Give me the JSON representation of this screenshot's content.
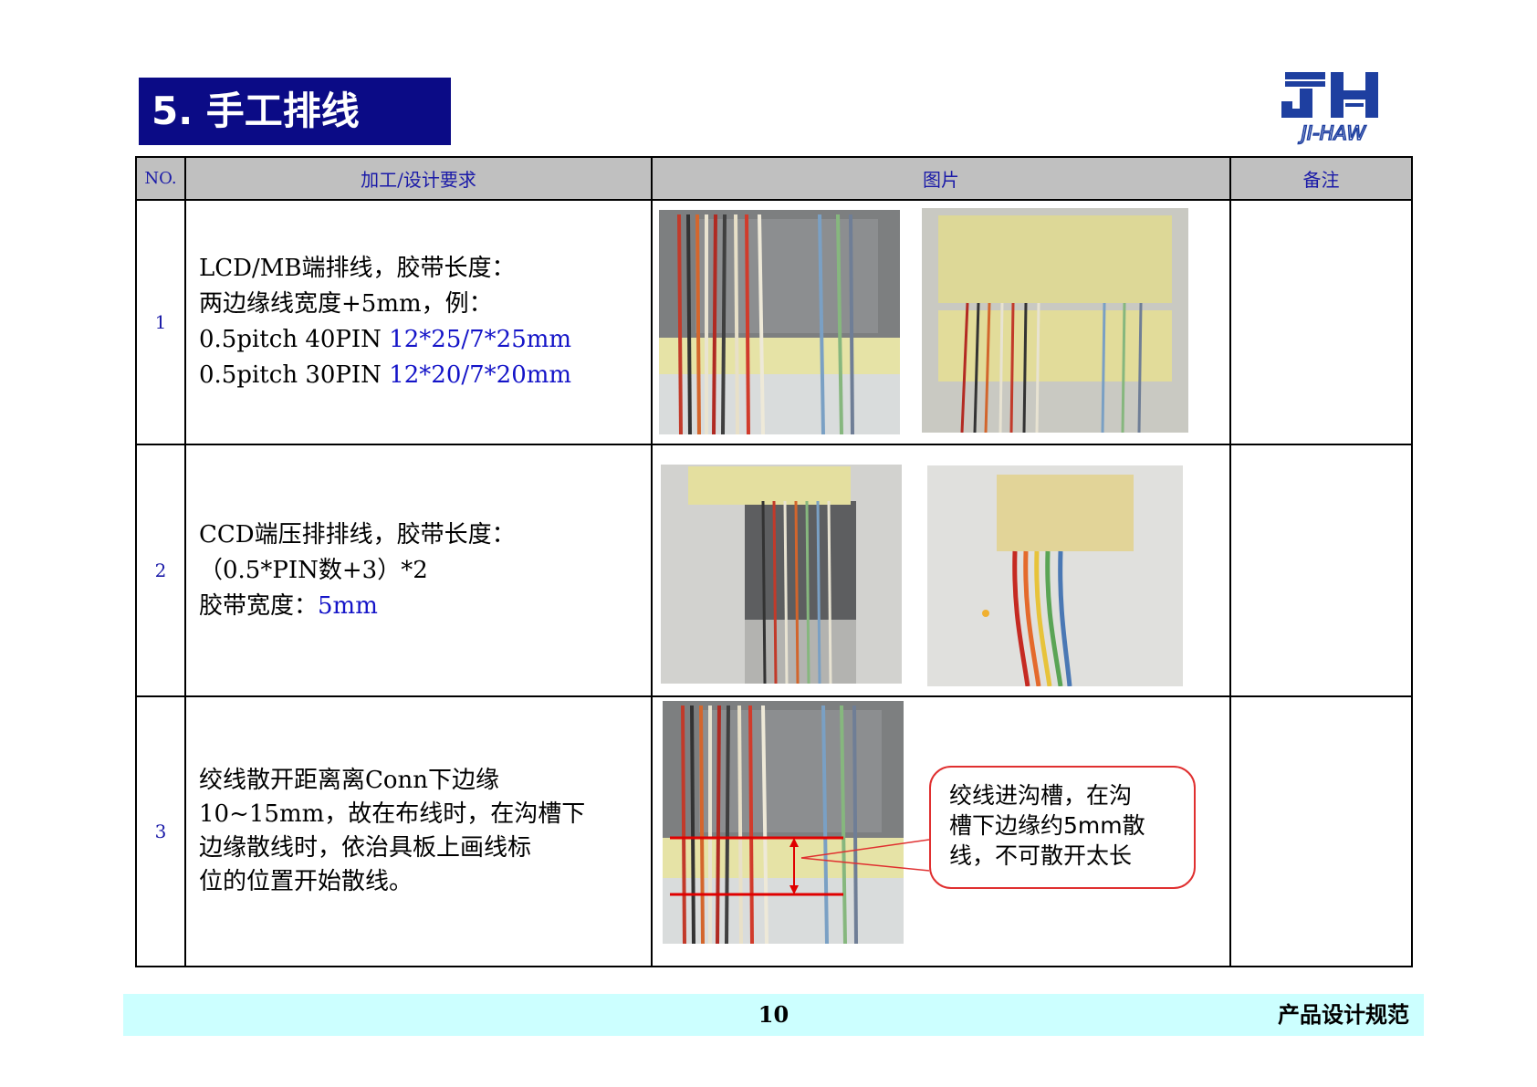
{
  "title": "5.  手工排线",
  "logo": {
    "letters": "JH",
    "brand": "JI-HAW"
  },
  "table": {
    "headers": {
      "no": "NO.",
      "req": "加工/设计要求",
      "pic": "图片",
      "note": "备注"
    },
    "rows": [
      {
        "no": "1",
        "lines": [
          {
            "text": "LCD/MB端排线，胶带长度：",
            "blue": ""
          },
          {
            "text": "两边缘线宽度+5mm，例：",
            "blue": ""
          },
          {
            "text": "0.5pitch 40PIN ",
            "blue": "12*25/7*25mm"
          },
          {
            "text": "0.5pitch 30PIN ",
            "blue": "12*20/7*20mm"
          }
        ]
      },
      {
        "no": "2",
        "lines": [
          {
            "text": "CCD端压排排线，胶带长度：",
            "blue": ""
          },
          {
            "text": "（0.5*PIN数+3）*2",
            "blue": ""
          },
          {
            "text": "胶带宽度：",
            "blue": "5mm"
          }
        ]
      },
      {
        "no": "3",
        "lines": [
          {
            "text": "绞线散开距离离Conn下边缘",
            "blue": ""
          },
          {
            "text": "10~15mm，故在布线时，在沟槽下",
            "blue": ""
          },
          {
            "text": "边缘散线时，依治具板上画线标",
            "blue": ""
          },
          {
            "text": "位的位置开始散线。",
            "blue": ""
          }
        ]
      }
    ]
  },
  "callout": {
    "line1": "绞线进沟槽，在沟",
    "line2": "槽下边缘约5mm散",
    "line3": "线，不可散开太长"
  },
  "footer": {
    "page": "10",
    "right": "产品设计规范"
  },
  "colors": {
    "title_bg": "#0b0b86",
    "header_bg": "#c0c0c0",
    "footer_bg": "#ccffff",
    "accent": "#1414c8",
    "callout": "#e03030"
  }
}
